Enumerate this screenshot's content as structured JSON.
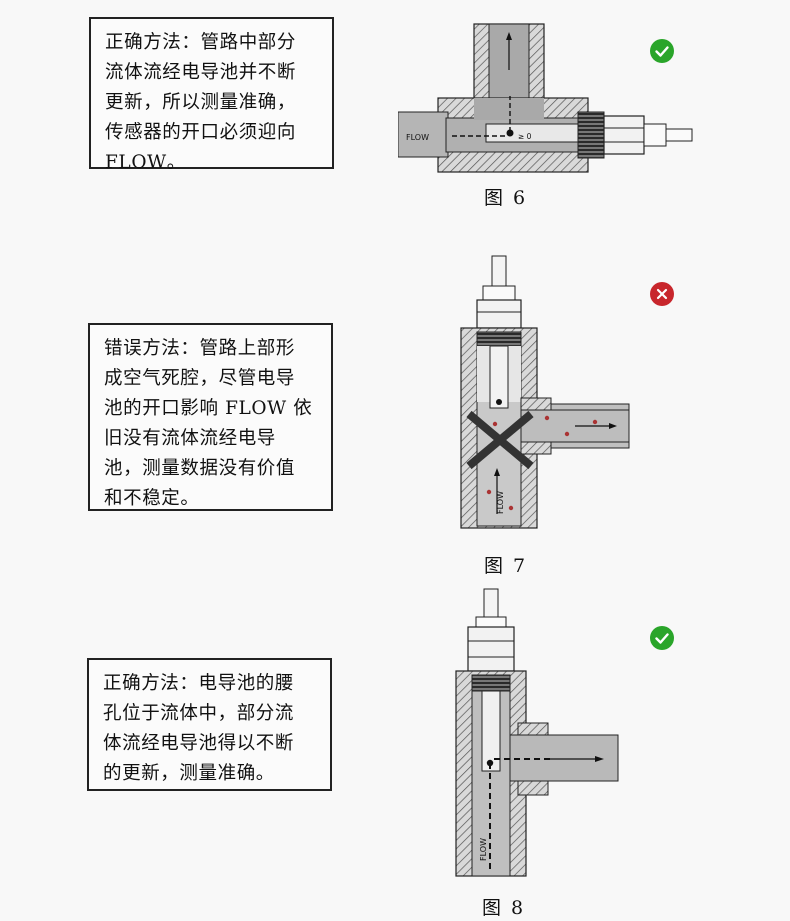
{
  "figures": [
    {
      "note": "正确方法：管路中部分\n流体流经电导池并不断\n更新，所以测量准确，\n传感器的开口必须迎向\nFLOW。",
      "caption": "图 6",
      "status": "correct",
      "status_icon": "check-icon",
      "status_color": "#2aa52a",
      "diagram_labels": {
        "flow": "FLOW",
        "angle": "≥ 0"
      }
    },
    {
      "note": "错误方法：管路上部形\n成空气死腔，尽管电导\n池的开口影响 FLOW 依\n旧没有流体流经电导\n池，测量数据没有价值\n和不稳定。",
      "caption": "图 7",
      "status": "wrong",
      "status_icon": "cross-icon",
      "status_color": "#c8262c",
      "diagram_labels": {
        "flow": "FLOW"
      }
    },
    {
      "note": "正确方法：电导池的腰\n孔位于流体中，部分流\n体流经电导池得以不断\n的更新，测量准确。",
      "caption": "图 8",
      "status": "correct",
      "status_icon": "check-icon",
      "status_color": "#2aa52a",
      "diagram_labels": {
        "flow": "FLOW"
      }
    }
  ]
}
